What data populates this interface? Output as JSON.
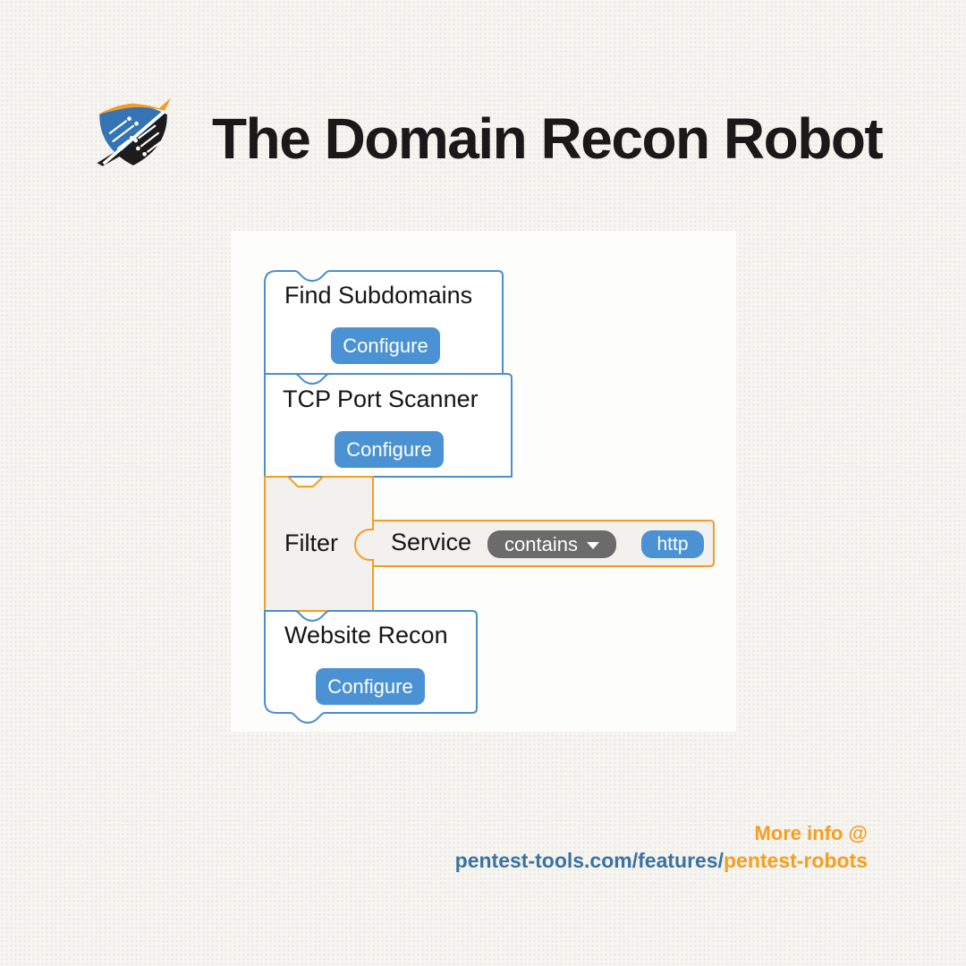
{
  "header": {
    "title": "The Domain Recon Robot",
    "logo": "pentest-tools-shield-logo"
  },
  "colors": {
    "block_blue_stroke": "#4a8ecf",
    "button_blue": "#4a92d3",
    "block_orange_stroke": "#f59c27",
    "filter_gray_fill": "#f2f1ee",
    "dropdown_gray": "#6b6b6b",
    "footer_orange": "#f59e1f",
    "footer_blue": "#3a72a4"
  },
  "workflow": {
    "blocks": [
      {
        "label": "Find Subdomains",
        "button": "Configure"
      },
      {
        "label": "TCP Port Scanner",
        "button": "Configure"
      },
      {
        "label": "Filter",
        "condition": {
          "field": "Service",
          "operator": "contains",
          "value": "http"
        }
      },
      {
        "label": "Website Recon",
        "button": "Configure"
      }
    ]
  },
  "footer": {
    "line1": "More info @",
    "url_prefix": "pentest-tools.com/features/",
    "url_highlight": "pentest-robots"
  }
}
